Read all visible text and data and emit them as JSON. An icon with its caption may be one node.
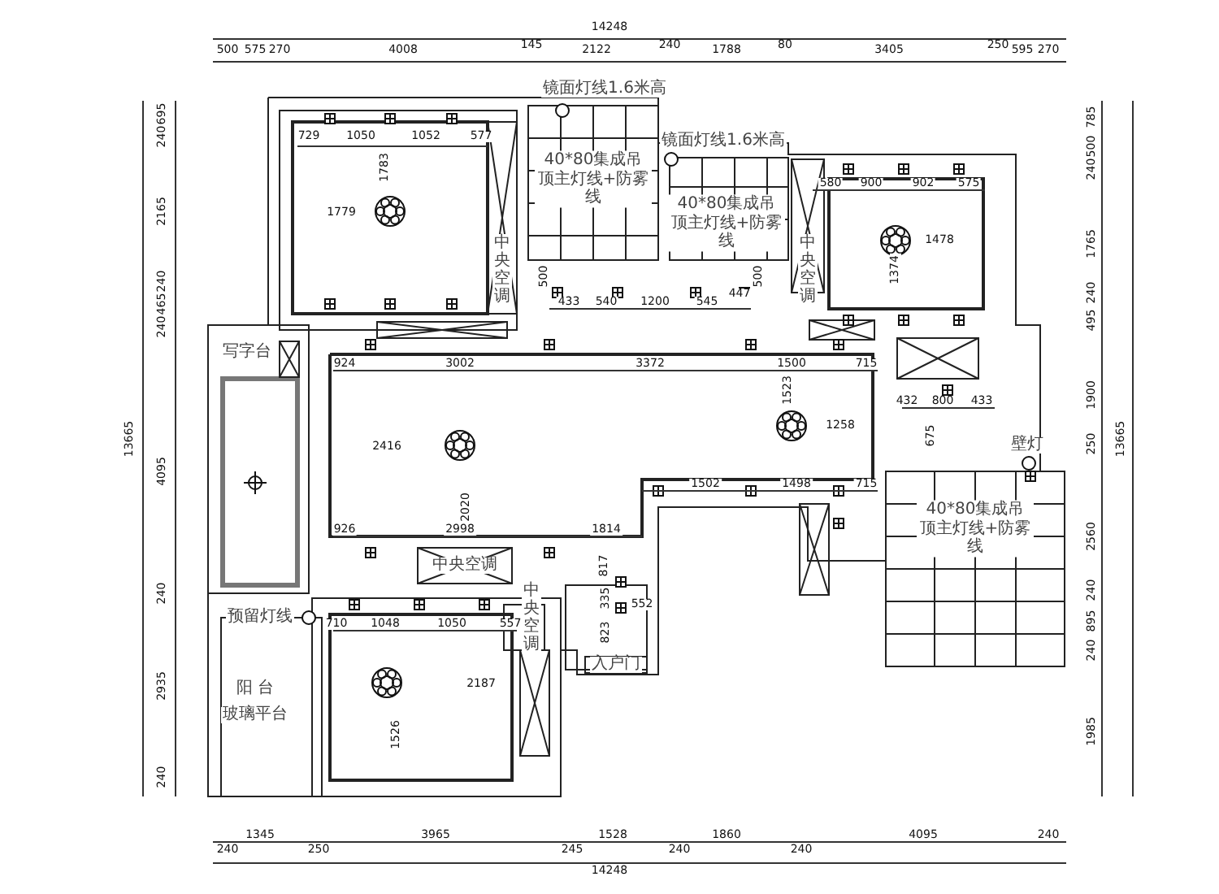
{
  "diagram": {
    "labels": [
      "14248",
      "500",
      "575",
      "270",
      "4008",
      "145",
      "2122",
      "240",
      "1788",
      "80",
      "3405",
      "250",
      "595",
      "270",
      "镜面灯线1.6米高",
      "729",
      "1050",
      "1052",
      "577",
      "镜面灯线1.6米高",
      "1783",
      "40*80集成吊顶主灯线+防雾线",
      "580",
      "900",
      "902",
      "575",
      "1779",
      "40*80集成吊顶主灯线+防雾线",
      "1478",
      "1374",
      "中央空调",
      "500",
      "500",
      "中央空调",
      "447",
      "433",
      "540",
      "1200",
      "545",
      "写字台",
      "924",
      "3002",
      "3372",
      "1500",
      "715",
      "1523",
      "432",
      "800",
      "433",
      "1258",
      "675",
      "2416",
      "壁灯",
      "1502",
      "1498",
      "715",
      "40*80集成吊顶主灯线+防雾线",
      "926",
      "2998",
      "2020",
      "1814",
      "中央空调",
      "817",
      "335",
      "552",
      "823",
      "预留灯线",
      "710",
      "1048",
      "1050",
      "557",
      "中央空调",
      "入户门",
      "2187",
      "阳 台",
      "玻璃平台",
      "1526",
      "1345",
      "3965",
      "1528",
      "1860",
      "4095",
      "240",
      "240",
      "250",
      "245",
      "240",
      "240",
      "14248",
      "13665",
      "695",
      "240",
      "2165",
      "240",
      "465",
      "240",
      "4095",
      "240",
      "2935",
      "240",
      "13665",
      "785",
      "500",
      "240",
      "1765",
      "240",
      "495",
      "1900",
      "250",
      "2560",
      "240",
      "895",
      "240",
      "1985"
    ]
  }
}
